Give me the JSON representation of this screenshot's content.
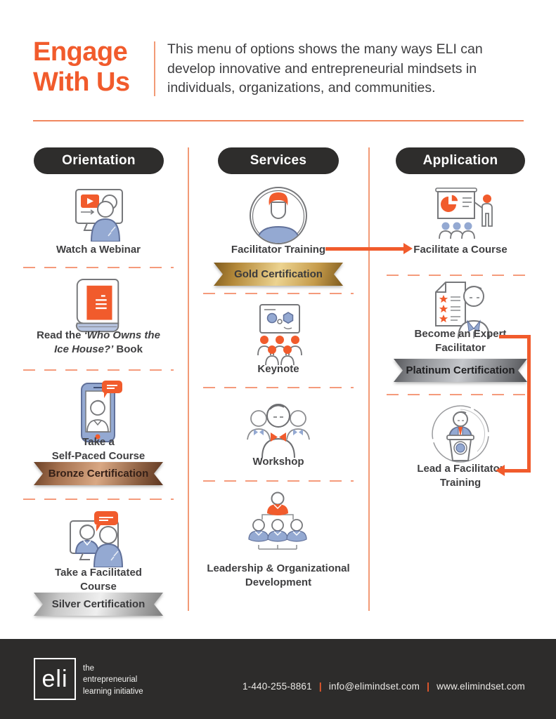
{
  "header": {
    "title_line1": "Engage",
    "title_line2": "With Us",
    "intro": "This menu of options shows the many ways ELI can develop innovative and entrepreneurial mindsets in individuals, organizations, and communities."
  },
  "columns": [
    {
      "header": "Orientation",
      "items": [
        {
          "icon": "webinar-icon",
          "label": "Watch a Webinar"
        },
        {
          "icon": "book-icon",
          "label_prefix": "Read the ",
          "label_italic": "‘Who Owns the Ice House?’",
          "label_suffix": " Book"
        },
        {
          "icon": "self-paced-phone-icon",
          "label_line1": "Take a",
          "label_line2": "Self-Paced Course",
          "badge": "Bronze Certification"
        },
        {
          "icon": "facilitated-course-icon",
          "label_line1": "Take a Facilitated",
          "label_line2": "Course",
          "badge": "Silver Certification"
        }
      ]
    },
    {
      "header": "Services",
      "items": [
        {
          "icon": "facilitator-avatar-icon",
          "label": "Facilitator Training",
          "badge": "Gold Certification"
        },
        {
          "icon": "keynote-icon",
          "label": "Keynote"
        },
        {
          "icon": "workshop-icon",
          "label": "Workshop"
        },
        {
          "icon": "org-development-icon",
          "label_line1": "Leadership & Organizational",
          "label_line2": "Development"
        }
      ]
    },
    {
      "header": "Application",
      "items": [
        {
          "icon": "facilitate-course-icon",
          "label": "Facilitate a Course"
        },
        {
          "icon": "expert-facilitator-icon",
          "label_line1": "Become an Expert",
          "label_line2": "Facilitator",
          "badge": "Platinum Certification"
        },
        {
          "icon": "lead-training-podium-icon",
          "label_line1": "Lead a Facilitator",
          "label_line2": "Training"
        }
      ]
    }
  ],
  "footer": {
    "logo": "eli",
    "tagline": [
      "the",
      "entrepreneurial",
      "learning initiative"
    ],
    "phone": "1-440-255-8861",
    "separator": "|",
    "email": "info@elimindset.com",
    "website": "www.elimindset.com"
  },
  "colors": {
    "accent": "#f15b2c",
    "dark": "#2d2c2b",
    "divider": "#f29a76"
  }
}
